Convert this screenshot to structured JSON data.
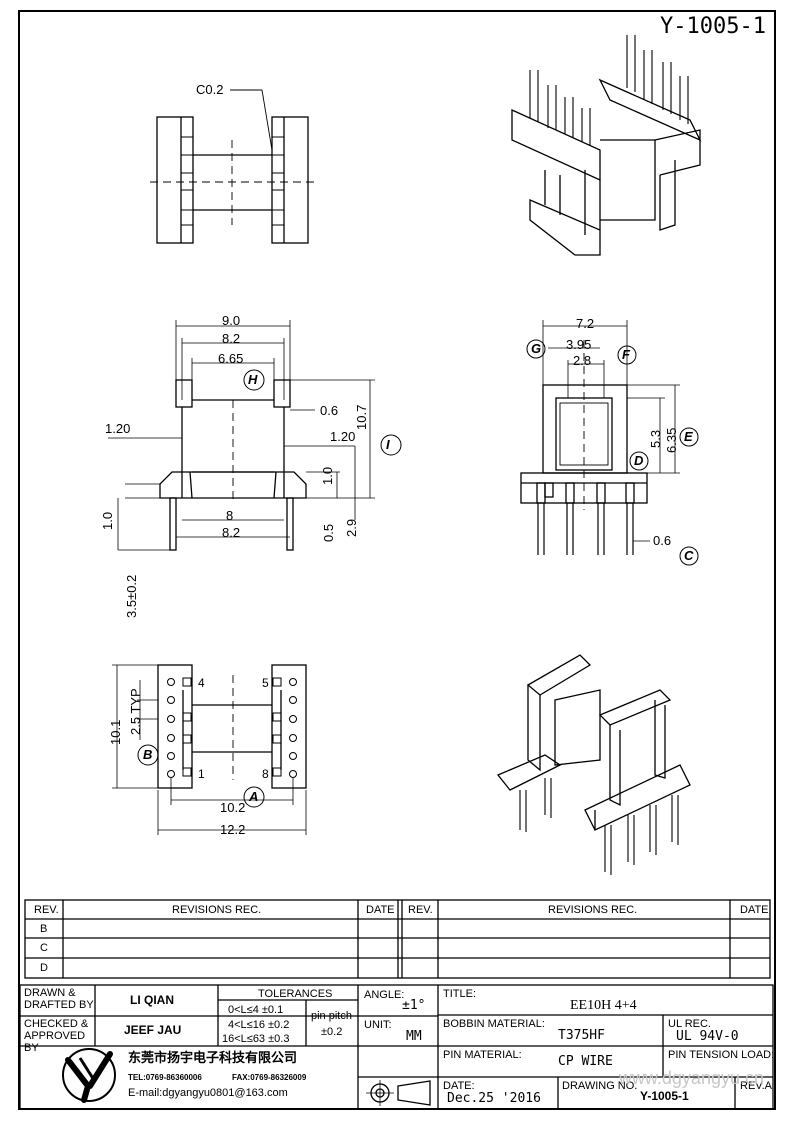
{
  "drawing_number_top": "Y-1005-1",
  "dims": {
    "chamfer": "C0.2",
    "w90": "9.0",
    "w82": "8.2",
    "w665": "6.65",
    "w06a": "0.6",
    "w120a": "1.20",
    "w120b": "1.20",
    "h107": "10.7",
    "h10a": "1.0",
    "h10b": "1.0",
    "w8": "8",
    "w82b": "8.2",
    "h05": "0.5",
    "h29": "2.9",
    "h35": "3.5±0.2",
    "w72": "7.2",
    "w395": "3.95",
    "w28": "2.8",
    "h53": "5.3",
    "h635": "6.35",
    "w06b": "0.6",
    "h101": "10.1",
    "p25": "2.5 TYP",
    "w102": "10.2",
    "w122": "12.2"
  },
  "callouts": {
    "A": "A",
    "B": "B",
    "C": "C",
    "D": "D",
    "E": "E",
    "F": "F",
    "G": "G",
    "H": "H",
    "I": "I"
  },
  "pins": {
    "p1": "1",
    "p4": "4",
    "p5": "5",
    "p8": "8"
  },
  "revisions": {
    "rev_header": "REV.",
    "rev_rec_header": "REVISIONS   REC.",
    "date_header": "DATE",
    "rows": [
      "B",
      "C",
      "D"
    ]
  },
  "title_block": {
    "drawn_label": "DRAWN &\nDRAFTED BY",
    "drawn_value": "LI QIAN",
    "checked_label": "CHECKED &\nAPPROVED BY",
    "checked_value": "JEEF JAU",
    "tol_label": "TOLERANCES",
    "tol1": "0<L≤4    ±0.1",
    "tol2": "4<L≤16  ±0.2",
    "tol3": "16<L≤63  ±0.3",
    "pin_pitch": "pin  pitch",
    "pin_pitch_tol": "±0.2",
    "angle_label": "ANGLE:",
    "angle_value": "±1°",
    "unit_label": "UNIT:",
    "unit_value": "MM",
    "title_label": "TITLE:",
    "title_value": "EE10H 4+4",
    "bobbin_label": "BOBBIN  MATERIAL:",
    "bobbin_value": "T375HF",
    "ul_label": "UL  REC.",
    "ul_value": "UL  94V-0",
    "pin_mat_label": "PIN  MATERIAL:",
    "pin_mat_value": "CP  WIRE",
    "pin_tension_label": "PIN  TENSION  LOAD:",
    "date_label": "DATE:",
    "date_value": "Dec.25  '2016",
    "drawing_no_label": "DRAWING  NO.",
    "drawing_no_value": "Y-1005-1",
    "rev_a_label": "REV.A",
    "company": "东莞市扬宇电子科技有限公司",
    "tel": "TEL:0769-86360006",
    "fax": "FAX:0769-86326009",
    "email": "E-mail:dgyangyu0801@163.com",
    "watermark": "www.dgyangyu.cn"
  }
}
